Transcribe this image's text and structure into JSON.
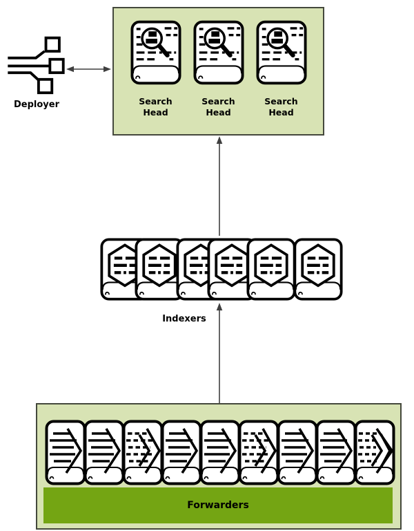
{
  "diagram": {
    "deployer": {
      "label": "Deployer",
      "icon": "network-branch-icon"
    },
    "search_head_cluster": {
      "count": 3,
      "node_label_line1": "Search",
      "node_label_line2": "Head",
      "icon": "magnifier-document-server-icon"
    },
    "indexer_tier": {
      "count": 6,
      "label": "Indexers",
      "icon": "hexagon-database-server-icon"
    },
    "forwarder_tier": {
      "count": 9,
      "label": "Forwarders",
      "icon": "fast-forward-server-icon"
    },
    "connections": [
      {
        "from": "deployer",
        "to": "search-head-cluster",
        "direction": "bidirectional"
      },
      {
        "from": "indexers",
        "to": "search-head-cluster",
        "direction": "up"
      },
      {
        "from": "forwarders",
        "to": "indexers",
        "direction": "up"
      }
    ],
    "colors": {
      "container_fill": "#d8e3b4",
      "container_border": "#44483c",
      "forwarders_bar_fill": "#74a513",
      "icon_stroke": "#000000",
      "arrow": "#3f3f3f",
      "canvas": "#ffffff"
    }
  }
}
